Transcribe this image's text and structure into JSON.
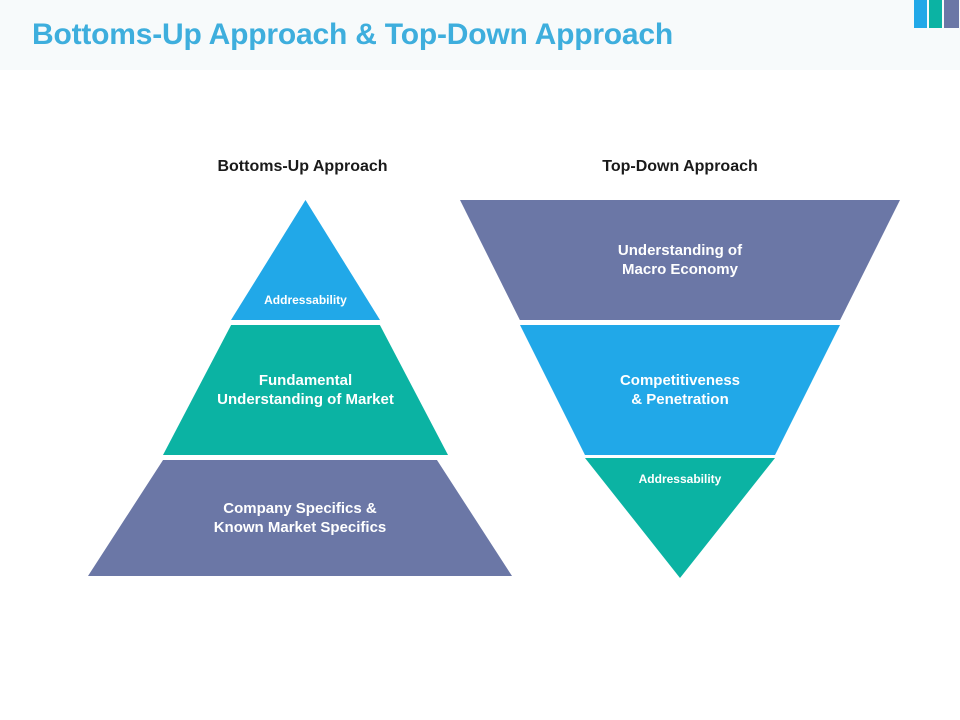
{
  "header": {
    "title": "Bottoms-Up Approach & Top-Down Approach",
    "title_color": "#3eaedd",
    "band_color": "#f7fafb",
    "corner_bars": [
      {
        "name": "bar-blue",
        "color": "#21a8e8"
      },
      {
        "name": "bar-teal",
        "color": "#0bb3a3"
      },
      {
        "name": "bar-slate",
        "color": "#6b77a6"
      }
    ]
  },
  "palette": {
    "blue": "#21a8e8",
    "teal": "#0bb3a3",
    "slate": "#6b77a6",
    "text_light": "#ffffff",
    "text_dark": "#1a1a1a",
    "background": "#ffffff"
  },
  "diagrams": [
    {
      "id": "bottoms-up",
      "title": "Bottoms-Up Approach",
      "shape": "pyramid",
      "stages": [
        {
          "label": "Addressability",
          "color": "#21a8e8",
          "level": 1
        },
        {
          "label": "Fundamental\nUnderstanding of Market",
          "color": "#0bb3a3",
          "level": 2
        },
        {
          "label": "Company Specifics &\nKnown Market Specifics",
          "color": "#6b77a6",
          "level": 3
        }
      ]
    },
    {
      "id": "top-down",
      "title": "Top-Down Approach",
      "shape": "inverted-pyramid",
      "stages": [
        {
          "label": "Understanding of\nMacro Economy",
          "color": "#6b77a6",
          "level": 1
        },
        {
          "label": "Competitiveness\n& Penetration",
          "color": "#21a8e8",
          "level": 2
        },
        {
          "label": "Addressability",
          "color": "#0bb3a3",
          "level": 3
        }
      ]
    }
  ]
}
